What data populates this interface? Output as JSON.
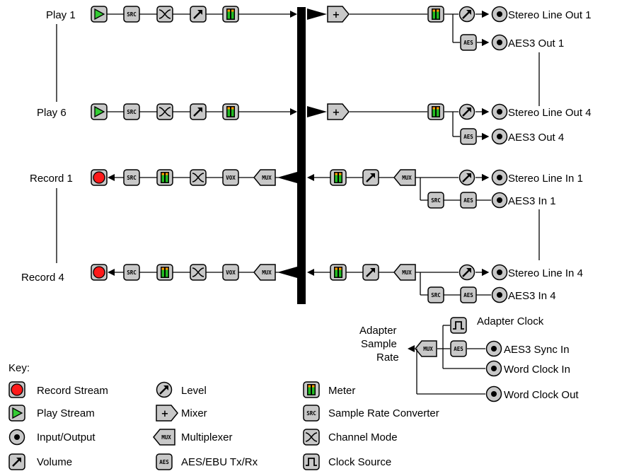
{
  "rows": {
    "play_1": "Play 1",
    "play_6": "Play 6",
    "record_1": "Record 1",
    "record_4": "Record 4"
  },
  "outputs": {
    "stereo_line_out_1": "Stereo Line Out 1",
    "aes3_out_1": "AES3 Out 1",
    "stereo_line_out_4": "Stereo Line Out 4",
    "aes3_out_4": "AES3 Out 4"
  },
  "inputs": {
    "stereo_line_in_1": "Stereo Line In 1",
    "aes3_in_1": "AES3 In 1",
    "stereo_line_in_4": "Stereo Line In 4",
    "aes3_in_4": "AES3 In 4"
  },
  "clock": {
    "adapter_sample_rate": [
      "Adapter",
      "Sample",
      "Rate"
    ],
    "adapter_clock": "Adapter Clock",
    "aes3_sync_in": "AES3 Sync In",
    "word_clock_in": "Word Clock In",
    "word_clock_out": "Word Clock Out"
  },
  "key": {
    "title": "Key:",
    "record_stream": "Record Stream",
    "play_stream": "Play Stream",
    "input_output": "Input/Output",
    "volume": "Volume",
    "level": "Level",
    "mixer": "Mixer",
    "multiplexer": "Multiplexer",
    "aes_ebu": "AES/EBU Tx/Rx",
    "meter": "Meter",
    "sample_rate_converter": "Sample Rate Converter",
    "channel_mode": "Channel Mode",
    "clock_source": "Clock Source"
  },
  "icon_text": {
    "src": "SRC",
    "aes": "AES",
    "mux": "MUX",
    "vox": "VOX",
    "plus": "+"
  },
  "colors": {
    "record_red": "#ff1a1a",
    "play_green": "#33cc33",
    "meter_green": "#22bb22",
    "meter_orange": "#ff9900",
    "icon_gray": "#c8c8c8"
  }
}
